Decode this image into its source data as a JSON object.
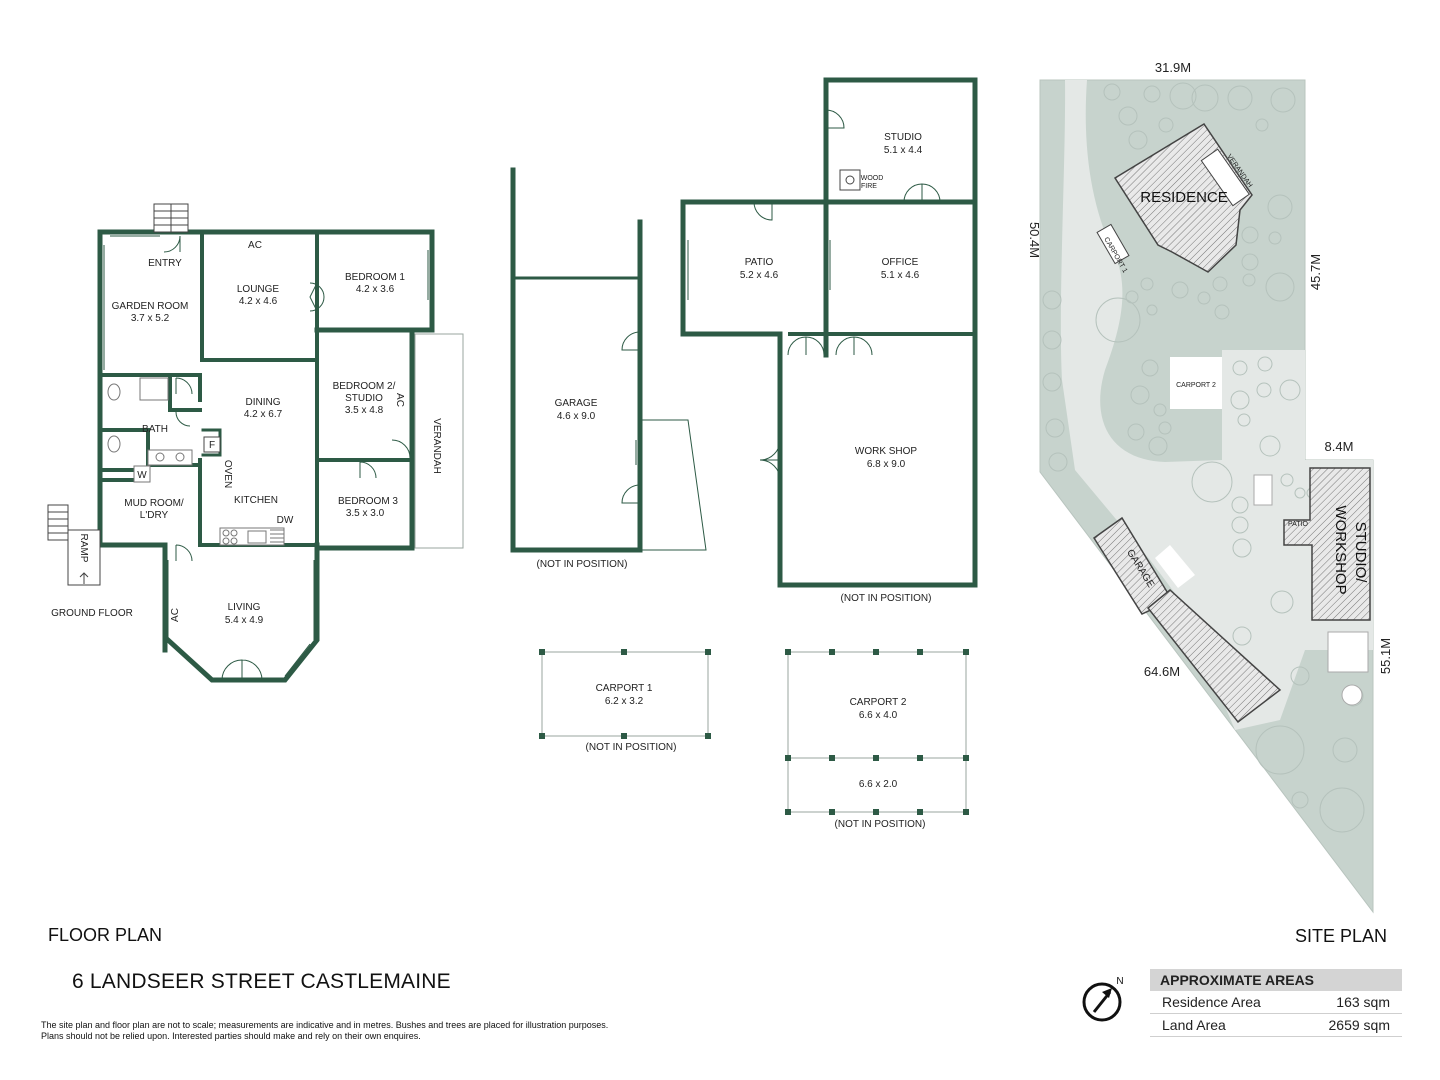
{
  "floor_plan": {
    "title": "FLOOR PLAN",
    "address": "6 LANDSEER STREET CASTLEMAINE",
    "ground_floor_label": "GROUND FLOOR",
    "rooms": {
      "garden_room": {
        "name": "GARDEN ROOM",
        "size": "3.7 x 5.2"
      },
      "entry": {
        "name": "ENTRY"
      },
      "lounge": {
        "name": "LOUNGE",
        "size": "4.2 x 4.6"
      },
      "bedroom1": {
        "name": "BEDROOM 1",
        "size": "4.2 x 3.6"
      },
      "bedroom2_line1": "BEDROOM 2/",
      "bedroom2_line2": "STUDIO",
      "bedroom2_size": "3.5 x 4.8",
      "dining": {
        "name": "DINING",
        "size": "4.2 x 6.7"
      },
      "bath": {
        "name": "BATH"
      },
      "kitchen": {
        "name": "KITCHEN"
      },
      "mudroom_line1": "MUD ROOM/",
      "mudroom_line2": "L'DRY",
      "bedroom3": {
        "name": "BEDROOM 3",
        "size": "3.5 x 3.0"
      },
      "living": {
        "name": "LIVING",
        "size": "5.4 x 4.9"
      },
      "verandah": "VERANDAH",
      "ramp": "RAMP"
    },
    "fixtures": {
      "ac": "AC",
      "oven": "OVEN",
      "dw": "DW",
      "fridge": "F",
      "washer": "W"
    },
    "outbuildings": {
      "garage": {
        "name": "GARAGE",
        "size": "4.6 x 9.0"
      },
      "studio": {
        "name": "STUDIO",
        "size": "5.1 x 4.4"
      },
      "wood_fire_1": "WOOD",
      "wood_fire_2": "FIRE",
      "patio": {
        "name": "PATIO",
        "size": "5.2 x 4.6"
      },
      "office": {
        "name": "OFFICE",
        "size": "5.1 x 4.6"
      },
      "workshop": {
        "name": "WORK SHOP",
        "size": "6.8 x 9.0"
      },
      "carport1": {
        "name": "CARPORT 1",
        "size": "6.2 x 3.2"
      },
      "carport2": {
        "name": "CARPORT 2",
        "size": "6.6 x 4.0"
      },
      "carport2_ext": {
        "size": "6.6 x 2.0"
      },
      "not_in_position": "(NOT IN POSITION)"
    }
  },
  "site_plan": {
    "title": "SITE PLAN",
    "dimensions": {
      "top": "31.9M",
      "left": "50.4M",
      "right_upper": "45.7M",
      "step": "8.4M",
      "right_lower": "55.1M",
      "bottom": "64.6M"
    },
    "labels": {
      "residence": "RESIDENCE",
      "verandah": "VERANDAH",
      "carport1": "CARPORT 1",
      "carport2": "CARPORT 2",
      "patio": "PATIO",
      "studio_line1": "STUDIO/",
      "studio_line2": "WORKSHOP",
      "garage": "GARAGE"
    }
  },
  "areas": {
    "heading": "APPROXIMATE AREAS",
    "rows": [
      {
        "label": "Residence Area",
        "value": "163 sqm"
      },
      {
        "label": "Land Area",
        "value": "2659 sqm"
      }
    ]
  },
  "north_label": "N",
  "disclaimer_line1": "The site plan and floor plan are not to scale; measurements are indicative and in metres. Bushes and trees are placed for illustration purposes.",
  "disclaimer_line2": "Plans should not be relied upon. Interested parties should make and rely on their own enquires.",
  "colors": {
    "wall": "#2d5a45",
    "site_land": "#c7d3cd",
    "driveway": "#e4e8e6",
    "table_header": "#d4d4d4"
  }
}
